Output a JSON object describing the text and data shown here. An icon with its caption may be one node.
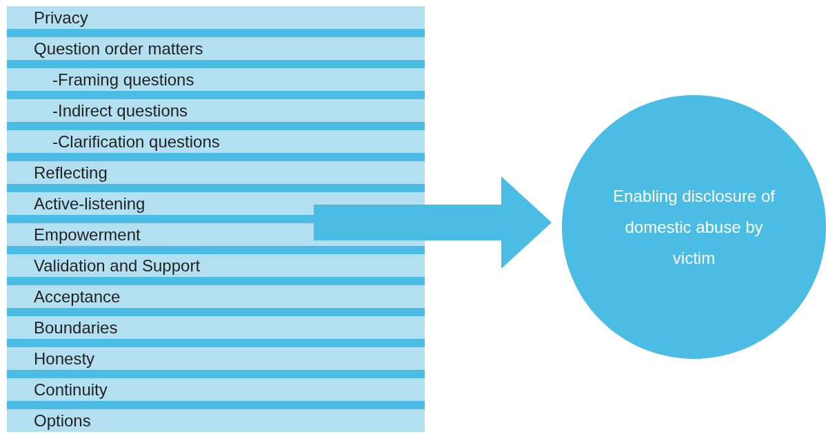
{
  "diagram": {
    "nodes": [
      {
        "text": [],
        "shape": "box"
      },
      {
        "text": [
          "Privacy"
        ],
        "in": 0
      },
      {
        "text": [
          "Question order matters"
        ],
        "in": 0
      },
      {
        "text": [
          "-Framing questions"
        ],
        "in": 0
      },
      {
        "text": [
          "-Indirect questions"
        ],
        "in": 0
      },
      {
        "text": [
          "-Clarification questions"
        ],
        "in": 0
      },
      {
        "text": [
          "Reflecting"
        ],
        "in": 0
      },
      {
        "text": [
          "Active-listening"
        ],
        "in": 0
      },
      {
        "text": [
          "Empowerment"
        ],
        "in": 0
      },
      {
        "text": [
          "Validation and Support"
        ],
        "in": 0
      },
      {
        "text": [
          "Acceptance"
        ],
        "in": 0
      },
      {
        "text": [
          "Boundaries"
        ],
        "in": 0
      },
      {
        "text": [
          "Honesty"
        ],
        "in": 0
      },
      {
        "text": [
          "Continuity"
        ],
        "in": 0
      },
      {
        "text": [
          "Options"
        ],
        "in": 0
      },
      {
        "text": [
          "Enabling disclosure of domestic abuse by victim"
        ]
      }
    ],
    "edges": [
      {
        "from": 0,
        "to": 15,
        "arrow": "to"
      }
    ]
  }
}
